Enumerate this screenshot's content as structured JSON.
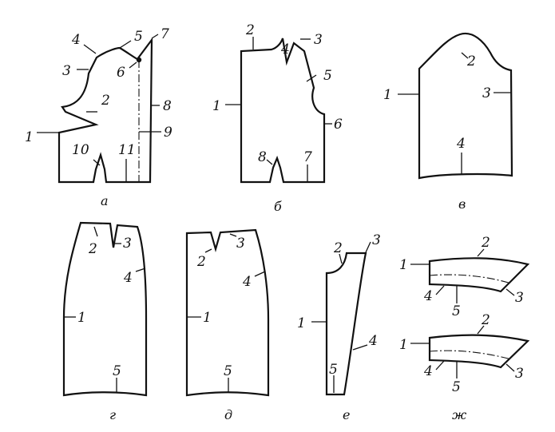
{
  "captions": {
    "a": "а",
    "b": "б",
    "v": "в",
    "g": "г",
    "d": "д",
    "e": "е",
    "zh": "ж"
  },
  "piece_a": [
    "1",
    "2",
    "3",
    "4",
    "5",
    "6",
    "7",
    "8",
    "9",
    "10",
    "11"
  ],
  "piece_b": [
    "1",
    "2",
    "3",
    "4",
    "5",
    "6",
    "7",
    "8"
  ],
  "piece_v": [
    "1",
    "2",
    "3",
    "4"
  ],
  "piece_g": [
    "1",
    "2",
    "3",
    "4",
    "5"
  ],
  "piece_d": [
    "1",
    "2",
    "3",
    "4",
    "5"
  ],
  "piece_e": [
    "1",
    "2",
    "3",
    "4",
    "5"
  ],
  "piece_zh1": [
    "1",
    "2",
    "3",
    "4",
    "5"
  ],
  "piece_zh2": [
    "1",
    "2",
    "3",
    "4",
    "5"
  ]
}
